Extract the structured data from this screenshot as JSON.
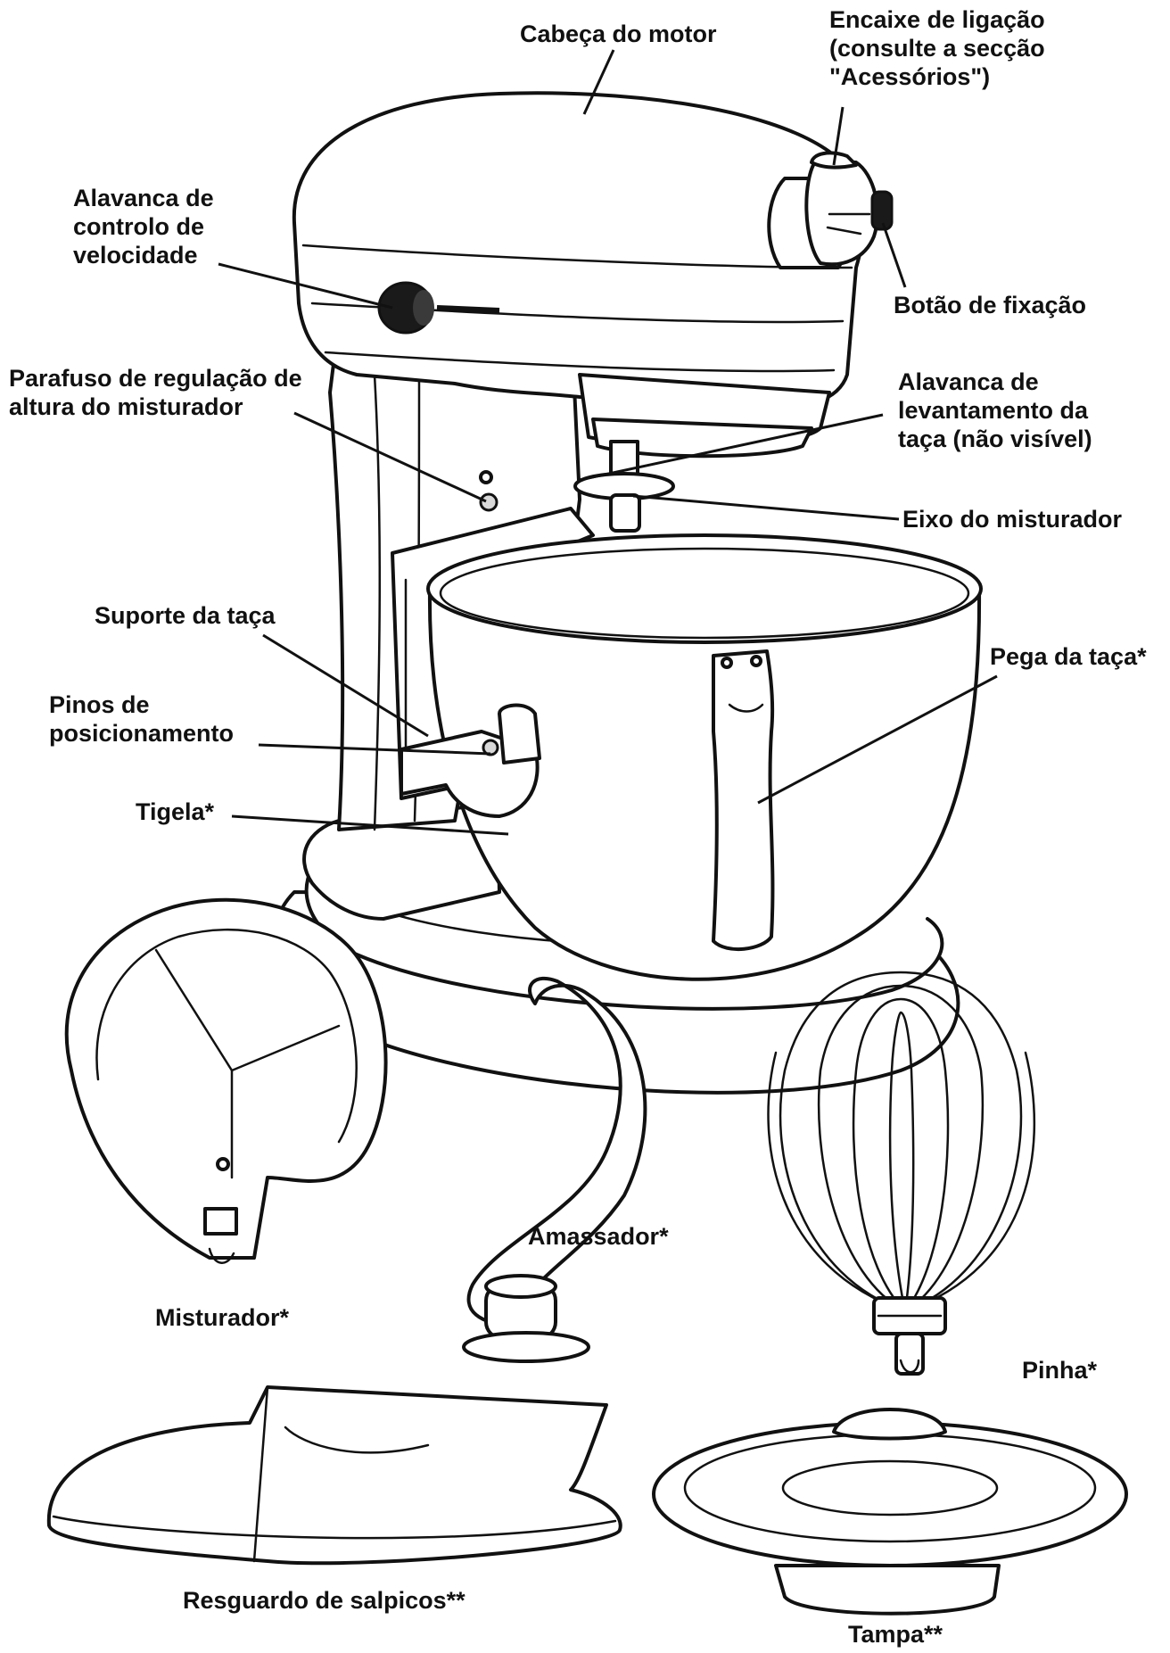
{
  "labels": {
    "motor_head": [
      "Cabeça do motor"
    ],
    "attachment_hub": [
      "Encaixe de ligação",
      "(consulte a secção",
      "\"Acessórios\")"
    ],
    "speed_control": [
      "Alavanca de",
      "controlo de",
      "velocidade"
    ],
    "hub_knob": [
      "Botão de fixação"
    ],
    "height_screw": [
      "Parafuso de regulação de",
      "altura do misturador"
    ],
    "bowl_lift_lever": [
      "Alavanca de",
      "levantamento da",
      "taça (não visível)"
    ],
    "beater_shaft": [
      "Eixo do misturador"
    ],
    "bowl_support": [
      "Suporte da taça"
    ],
    "bowl_handle": [
      "Pega da taça*"
    ],
    "locating_pins": [
      "Pinos de",
      "posicionamento"
    ],
    "bowl": [
      "Tigela*"
    ],
    "kneader": [
      "Amassador*"
    ],
    "flat_beater": [
      "Misturador*"
    ],
    "whip": [
      "Pinha*"
    ],
    "pouring_shield": [
      "Resguardo de salpicos**"
    ],
    "lid": [
      "Tampa**"
    ]
  }
}
